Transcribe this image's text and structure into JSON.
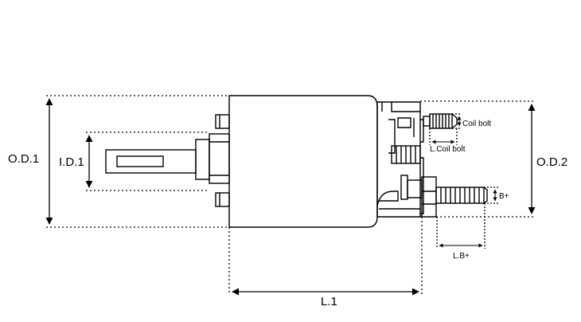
{
  "labels": {
    "od1": "O.D.1",
    "id1": "I.D.1",
    "od2": "O.D.2",
    "l1": "L.1",
    "coil_bolt": "Coil bolt",
    "l_coil_bolt": "L.Coil bolt",
    "b_plus": "B+",
    "l_b_plus": "L.B+"
  },
  "colors": {
    "line": "#000000",
    "background": "#ffffff"
  }
}
